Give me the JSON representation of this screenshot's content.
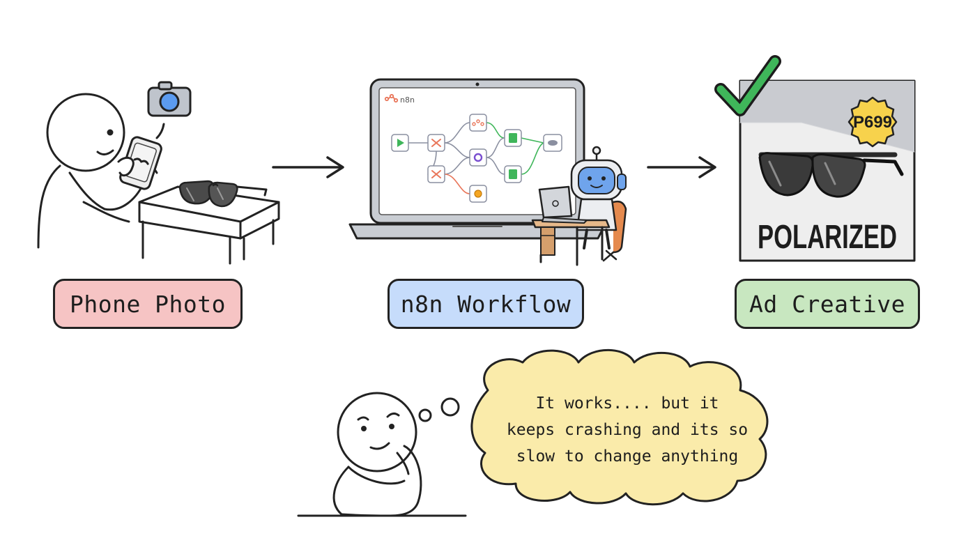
{
  "colors": {
    "phone_pill": "#f6c4c4",
    "n8n_pill": "#c6dcfb",
    "ad_pill": "#c8e7c0",
    "thought_bubble": "#faebaa",
    "check": "#3fb65a",
    "price_badge": "#f7d24c"
  },
  "steps": [
    {
      "label": "Phone Photo"
    },
    {
      "label": "n8n Workflow"
    },
    {
      "label": "Ad Creative"
    }
  ],
  "laptop_screen": {
    "app_name": "n8n"
  },
  "ad": {
    "price": "P699",
    "headline": "POLARIZED"
  },
  "thought": {
    "lines": [
      "It works.... but it",
      "keeps crashing and its so",
      "slow to change anything"
    ]
  }
}
